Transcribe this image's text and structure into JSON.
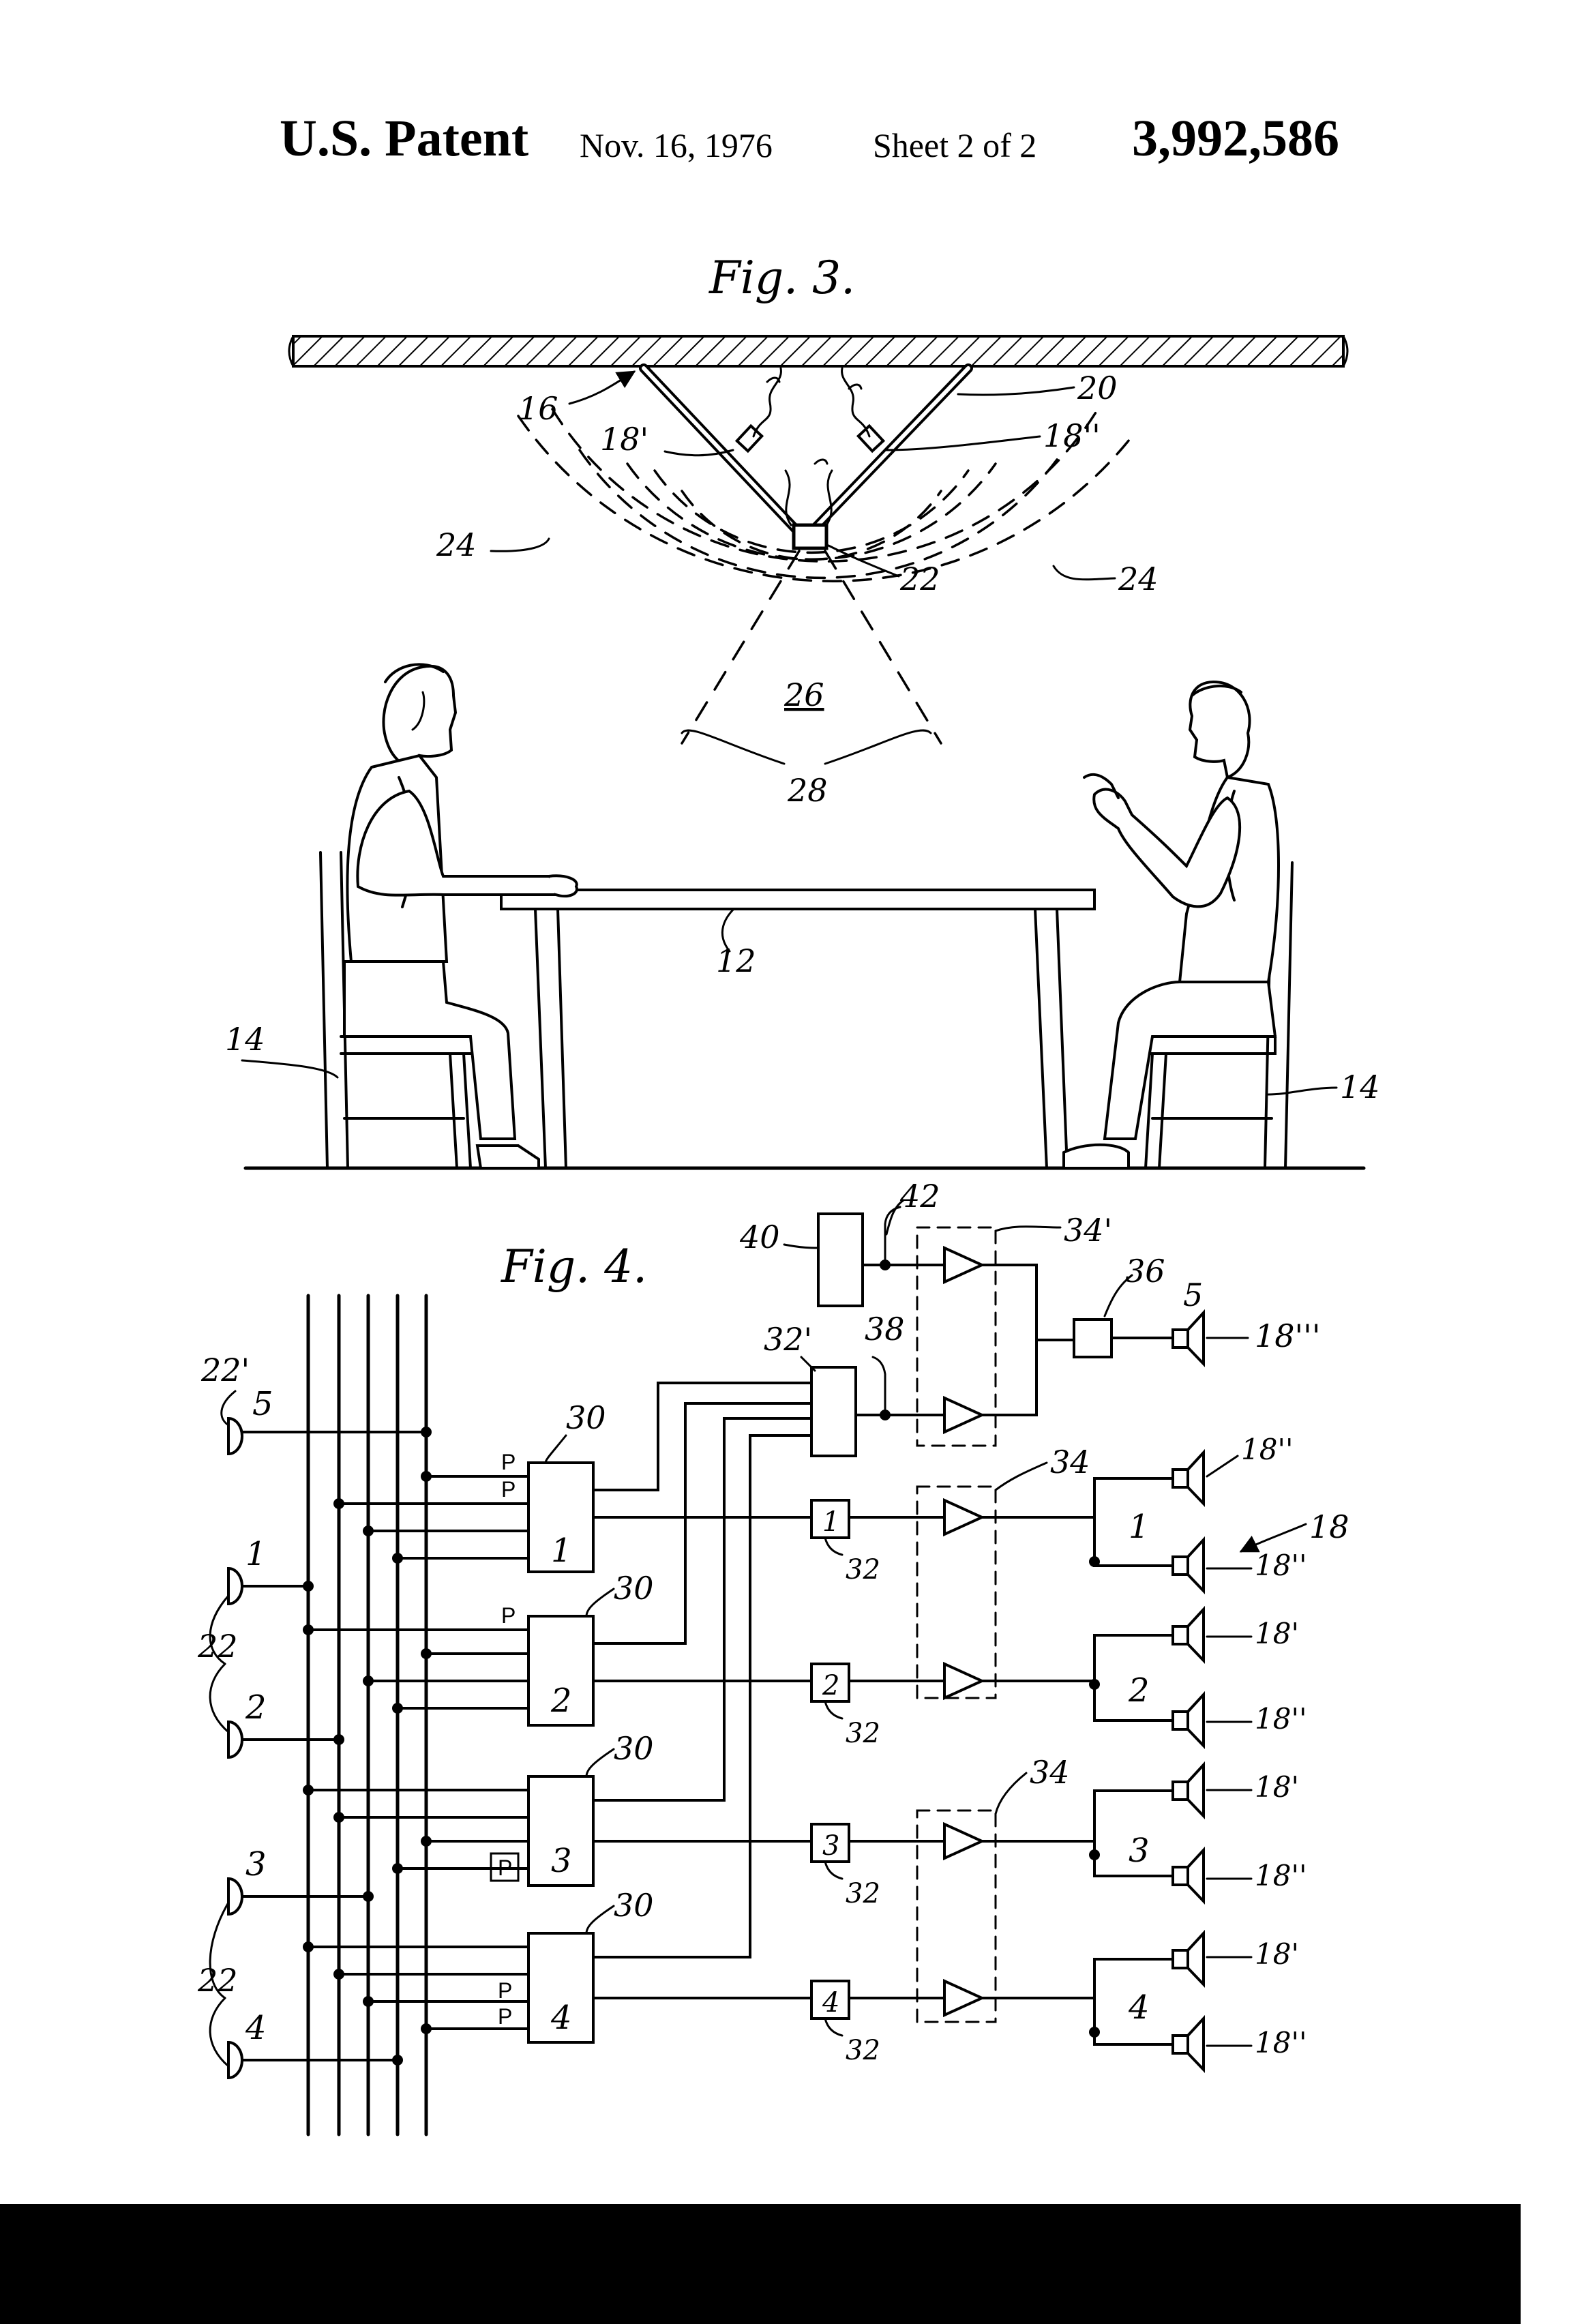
{
  "header": {
    "brand": "U.S. Patent",
    "date": "Nov. 16, 1976",
    "sheet": "Sheet 2 of 2",
    "patent_number": "3,992,586"
  },
  "fig3": {
    "title": "Fig. 3.",
    "labels": {
      "l16": "16",
      "l18p": "18'",
      "l18pp": "18''",
      "l20": "20",
      "l22": "22",
      "l24a": "24",
      "l24b": "24",
      "l26": "26",
      "l28": "28",
      "l12": "12",
      "l14a": "14",
      "l14b": "14"
    }
  },
  "fig4": {
    "title": "Fig. 4.",
    "labels": {
      "l40": "40",
      "l42": "42",
      "l34p": "34'",
      "l36": "36",
      "l5out": "5",
      "l18ppp": "18'''",
      "l32p": "32'",
      "l38": "38",
      "l30a": "30",
      "l30b": "30",
      "l30c": "30",
      "l30d": "30",
      "l34a": "34",
      "l34b": "34",
      "l18big": "18",
      "l22p": "22'",
      "l22a": "22",
      "l22b": "22"
    },
    "mic_numbers": [
      "5",
      "1",
      "2",
      "3",
      "4"
    ],
    "mixer_numbers": [
      "1",
      "2",
      "3",
      "4"
    ],
    "gate_numbers": [
      "1",
      "2",
      "3",
      "4"
    ],
    "gate_refs": [
      "32",
      "32",
      "32",
      "32"
    ],
    "group_numbers": [
      "1",
      "2",
      "3",
      "4"
    ],
    "speaker_labels": [
      "18''",
      "18''",
      "18'",
      "18''",
      "18'",
      "18''",
      "18'",
      "18''"
    ],
    "p_marks": [
      "P",
      "P",
      "P",
      "P",
      "P",
      "P"
    ]
  }
}
